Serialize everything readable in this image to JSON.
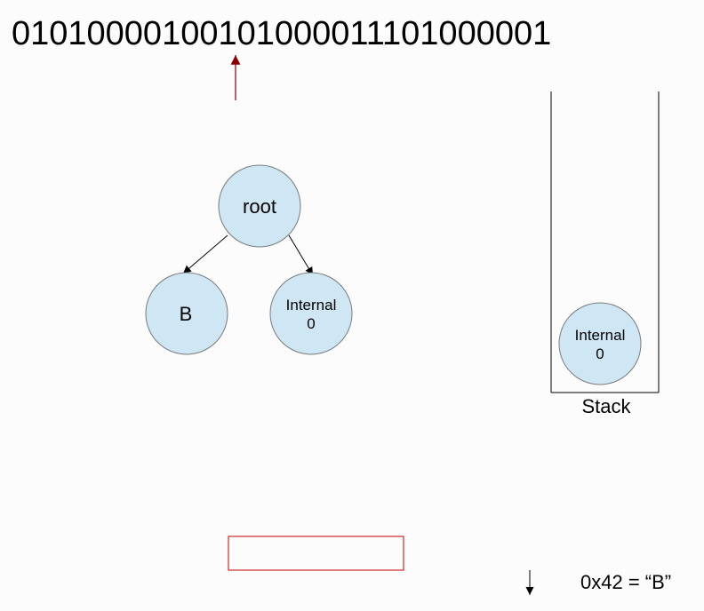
{
  "bit_stream": "01010000100101000011101000001",
  "tree": {
    "root": {
      "label": "root"
    },
    "left": {
      "label": "B"
    },
    "right": {
      "line1": "Internal",
      "line2": "0"
    }
  },
  "stack": {
    "label": "Stack",
    "items": [
      {
        "line1": "Internal",
        "line2": "0"
      }
    ]
  },
  "output_box": {
    "value": ""
  },
  "note": {
    "text": "0x42 = “B”"
  },
  "colors": {
    "node_fill": "#cfe7f5",
    "node_stroke": "#7a7a7a",
    "pointer_arrow": "#8b0000",
    "output_box_border": "#c00000",
    "background": "#fcfcfc"
  }
}
